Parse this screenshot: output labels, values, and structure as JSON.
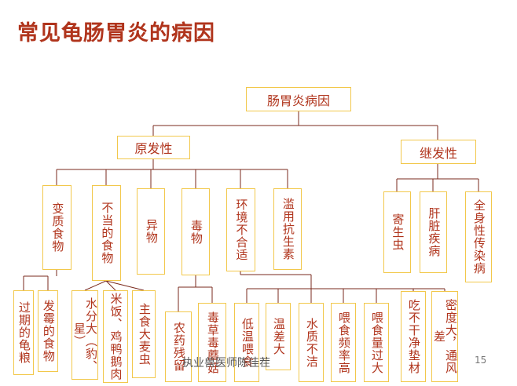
{
  "title": "常见龟肠胃炎的病因",
  "root": "肠胃炎病因",
  "branches": {
    "primary": "原发性",
    "secondary": "继发性"
  },
  "primary_causes": [
    "变质食物",
    "不当的食物",
    "异物",
    "毒物",
    "环境不合适",
    "滥用抗生素"
  ],
  "secondary_causes": [
    "寄生虫",
    "肝脏疾病",
    "全身性传染病"
  ],
  "spoiled_food_types": [
    "过期的龟粮",
    "发霉的食物"
  ],
  "improper_food_types": [
    "水分大（豹、星）",
    "米饭、鸡鸭鹅肉",
    "主食大麦虫"
  ],
  "poison_types": [
    "农药残留",
    "毒草毒蘑菇"
  ],
  "environment_types": [
    "低温喂食",
    "温差大",
    "水质不洁",
    "喂食频率高",
    "喂食量过大",
    "吃不干净垫材",
    "密度大，通风差"
  ],
  "footer": "执业兽医师陈佳茬",
  "page_number": "15"
}
